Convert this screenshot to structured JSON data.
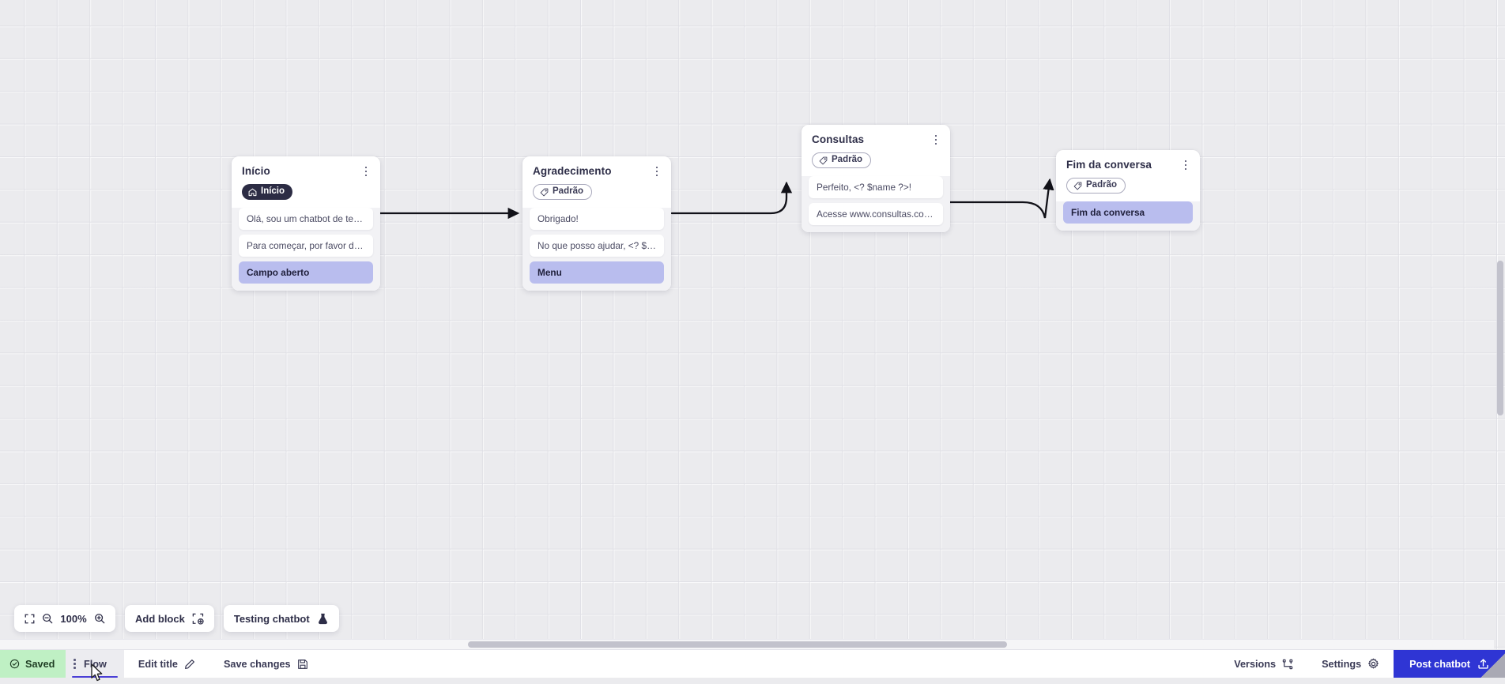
{
  "canvas": {
    "zoom_level": "100%",
    "grid": "dot-grid"
  },
  "nodes": [
    {
      "id": "inicio",
      "title": "Início",
      "badge": {
        "label": "Início",
        "icon": "home-icon",
        "style": "dark"
      },
      "messages": [
        {
          "text": "Olá, sou um chatbot de teste!",
          "type": "message"
        },
        {
          "text": "Para começar, por favor digite o ...",
          "type": "message"
        },
        {
          "text": "Campo aberto",
          "type": "action"
        }
      ]
    },
    {
      "id": "agradecimento",
      "title": "Agradecimento",
      "badge": {
        "label": "Padrão",
        "icon": "tag-icon",
        "style": "outline"
      },
      "messages": [
        {
          "text": "Obrigado!",
          "type": "message"
        },
        {
          "text": "No que posso ajudar, <? $name ...",
          "type": "message"
        },
        {
          "text": "Menu",
          "type": "action"
        }
      ]
    },
    {
      "id": "consultas",
      "title": "Consultas",
      "badge": {
        "label": "Padrão",
        "icon": "tag-icon",
        "style": "outline"
      },
      "messages": [
        {
          "text": "Perfeito, <? $name ?>!",
          "type": "message"
        },
        {
          "text": "Acesse www.consultas.com par...",
          "type": "message"
        }
      ]
    },
    {
      "id": "fim",
      "title": "Fim da conversa",
      "badge": {
        "label": "Padrão",
        "icon": "tag-icon",
        "style": "outline"
      },
      "messages": [
        {
          "text": "Fim da conversa",
          "type": "action"
        }
      ]
    }
  ],
  "float_toolbar": {
    "fit_icon": "fit-screen-icon",
    "zoom_out_icon": "zoom-out-icon",
    "zoom_level": "100%",
    "zoom_in_icon": "zoom-in-icon",
    "add_block_label": "Add block",
    "add_block_icon": "add-block-icon",
    "testing_label": "Testing chatbot",
    "testing_icon": "flask-icon"
  },
  "bottom_bar": {
    "saved_label": "Saved",
    "saved_icon": "check-circle-icon",
    "flow_tab_label": "Flow",
    "edit_title_label": "Edit title",
    "edit_title_icon": "pencil-icon",
    "save_changes_label": "Save changes",
    "save_changes_icon": "floppy-disk-icon",
    "versions_label": "Versions",
    "versions_icon": "branch-icon",
    "settings_label": "Settings",
    "settings_icon": "gear-icon",
    "post_label": "Post chatbot",
    "post_icon": "upload-icon"
  },
  "colors": {
    "accent": "#2f35d4",
    "saved_bg": "#bff0c4",
    "action_bg": "#b9bdee",
    "dark_badge": "#2c2c44",
    "canvas_bg": "#ebebee"
  }
}
